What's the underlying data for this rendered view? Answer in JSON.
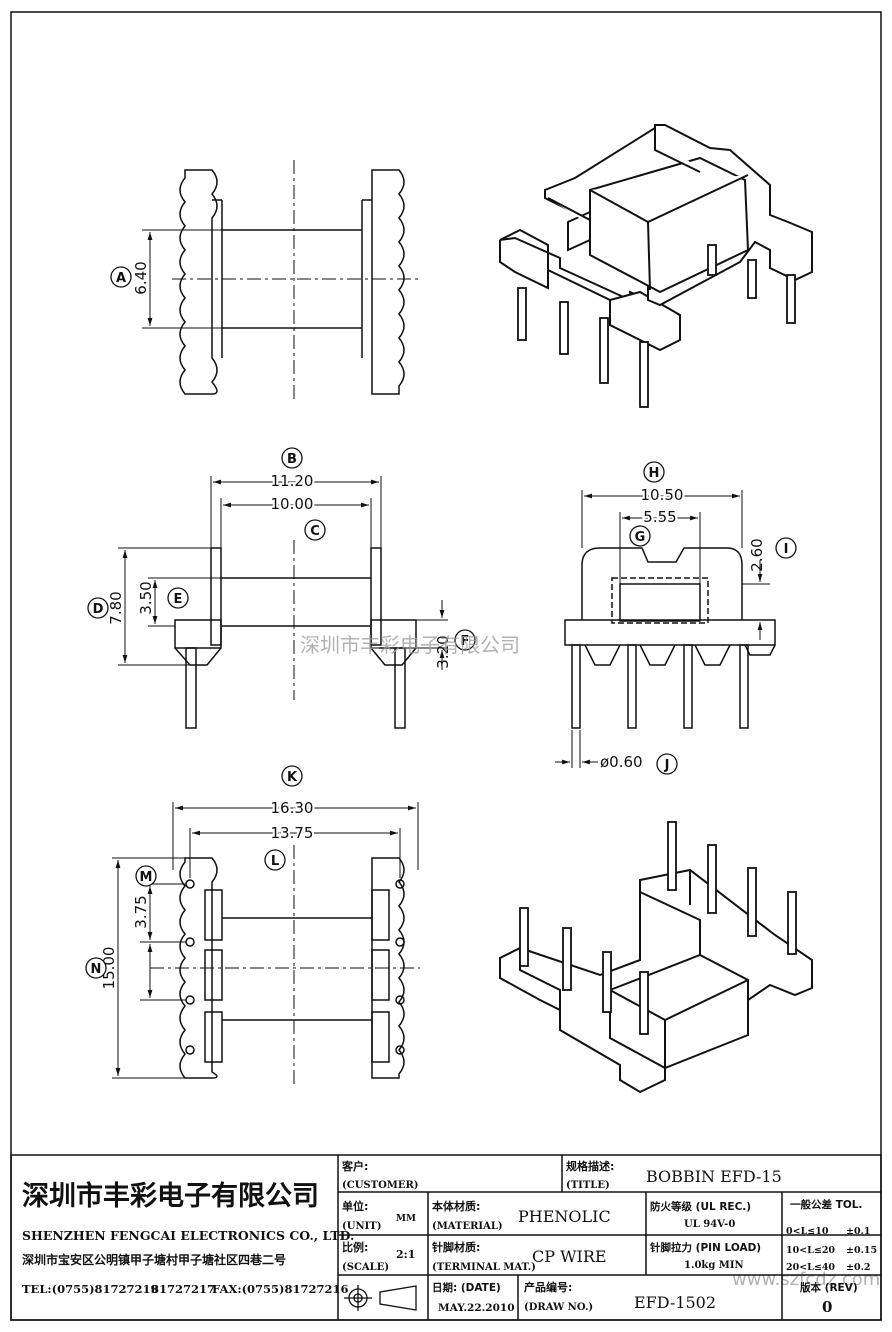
{
  "dimensions": {
    "A": "6.40",
    "B": "11.20",
    "C": "10.00",
    "D": "7.80",
    "E": "3.50",
    "F": "3.20",
    "H": "10.50",
    "G": "5.55",
    "I": "2.60",
    "J": "ø0.60",
    "K": "16.30",
    "L": "13.75",
    "M": "3.75",
    "N": "15.00"
  },
  "markers": [
    "A",
    "B",
    "C",
    "D",
    "E",
    "F",
    "G",
    "H",
    "I",
    "J",
    "K",
    "L",
    "M",
    "N"
  ],
  "watermark": "深圳市丰彩电子有限公司",
  "watermark_url": "www.szfcdz.com",
  "title_block": {
    "company_cn": "深圳市丰彩电子有限公司",
    "company_en": "SHENZHEN FENGCAI ELECTRONICS CO., LTD.",
    "address": "深圳市宝安区公明镇甲子塘村甲子塘社区四巷二号",
    "tel": "TEL:(0755)81727219",
    "tel2": "81727217",
    "fax": "FAX:(0755)81727216",
    "customer_label": "客户:",
    "customer_label_en": "(CUSTOMER)",
    "title_label": "规格描述:",
    "title_label_en": "(TITLE)",
    "title_value": "BOBBIN EFD-15",
    "unit_label": "单位:",
    "unit_label_en": "(UNIT)",
    "unit_value": "MM",
    "material_label": "本体材质:",
    "material_label_en": "(MATERIAL)",
    "material_value": "PHENOLIC",
    "flame_label": "防火等级 (UL REC.)",
    "flame_value": "UL 94V-0",
    "tol_label": "一般公差 TOL.",
    "tol_rows": [
      {
        "range": "0<L≤10",
        "tol": "±0.1"
      },
      {
        "range": "10<L≤20",
        "tol": "±0.15"
      },
      {
        "range": "20<L≤40",
        "tol": "±0.2"
      }
    ],
    "scale_label": "比例:",
    "scale_label_en": "(SCALE)",
    "scale_value": "2:1",
    "terminal_label": "针脚材质:",
    "terminal_label_en": "(TERMINAL MAT.)",
    "terminal_value": "CP WIRE",
    "pin_load_label": "针脚拉力 (PIN LOAD)",
    "pin_load_value": "1.0kg MIN",
    "date_label": "日期: (DATE)",
    "date_value": "MAY.22.2010",
    "drawno_label": "产品编号:",
    "drawno_label_en": "(DRAW NO.)",
    "drawno_value": "EFD-1502",
    "rev_label": "版本 (REV)",
    "rev_value": "0"
  }
}
